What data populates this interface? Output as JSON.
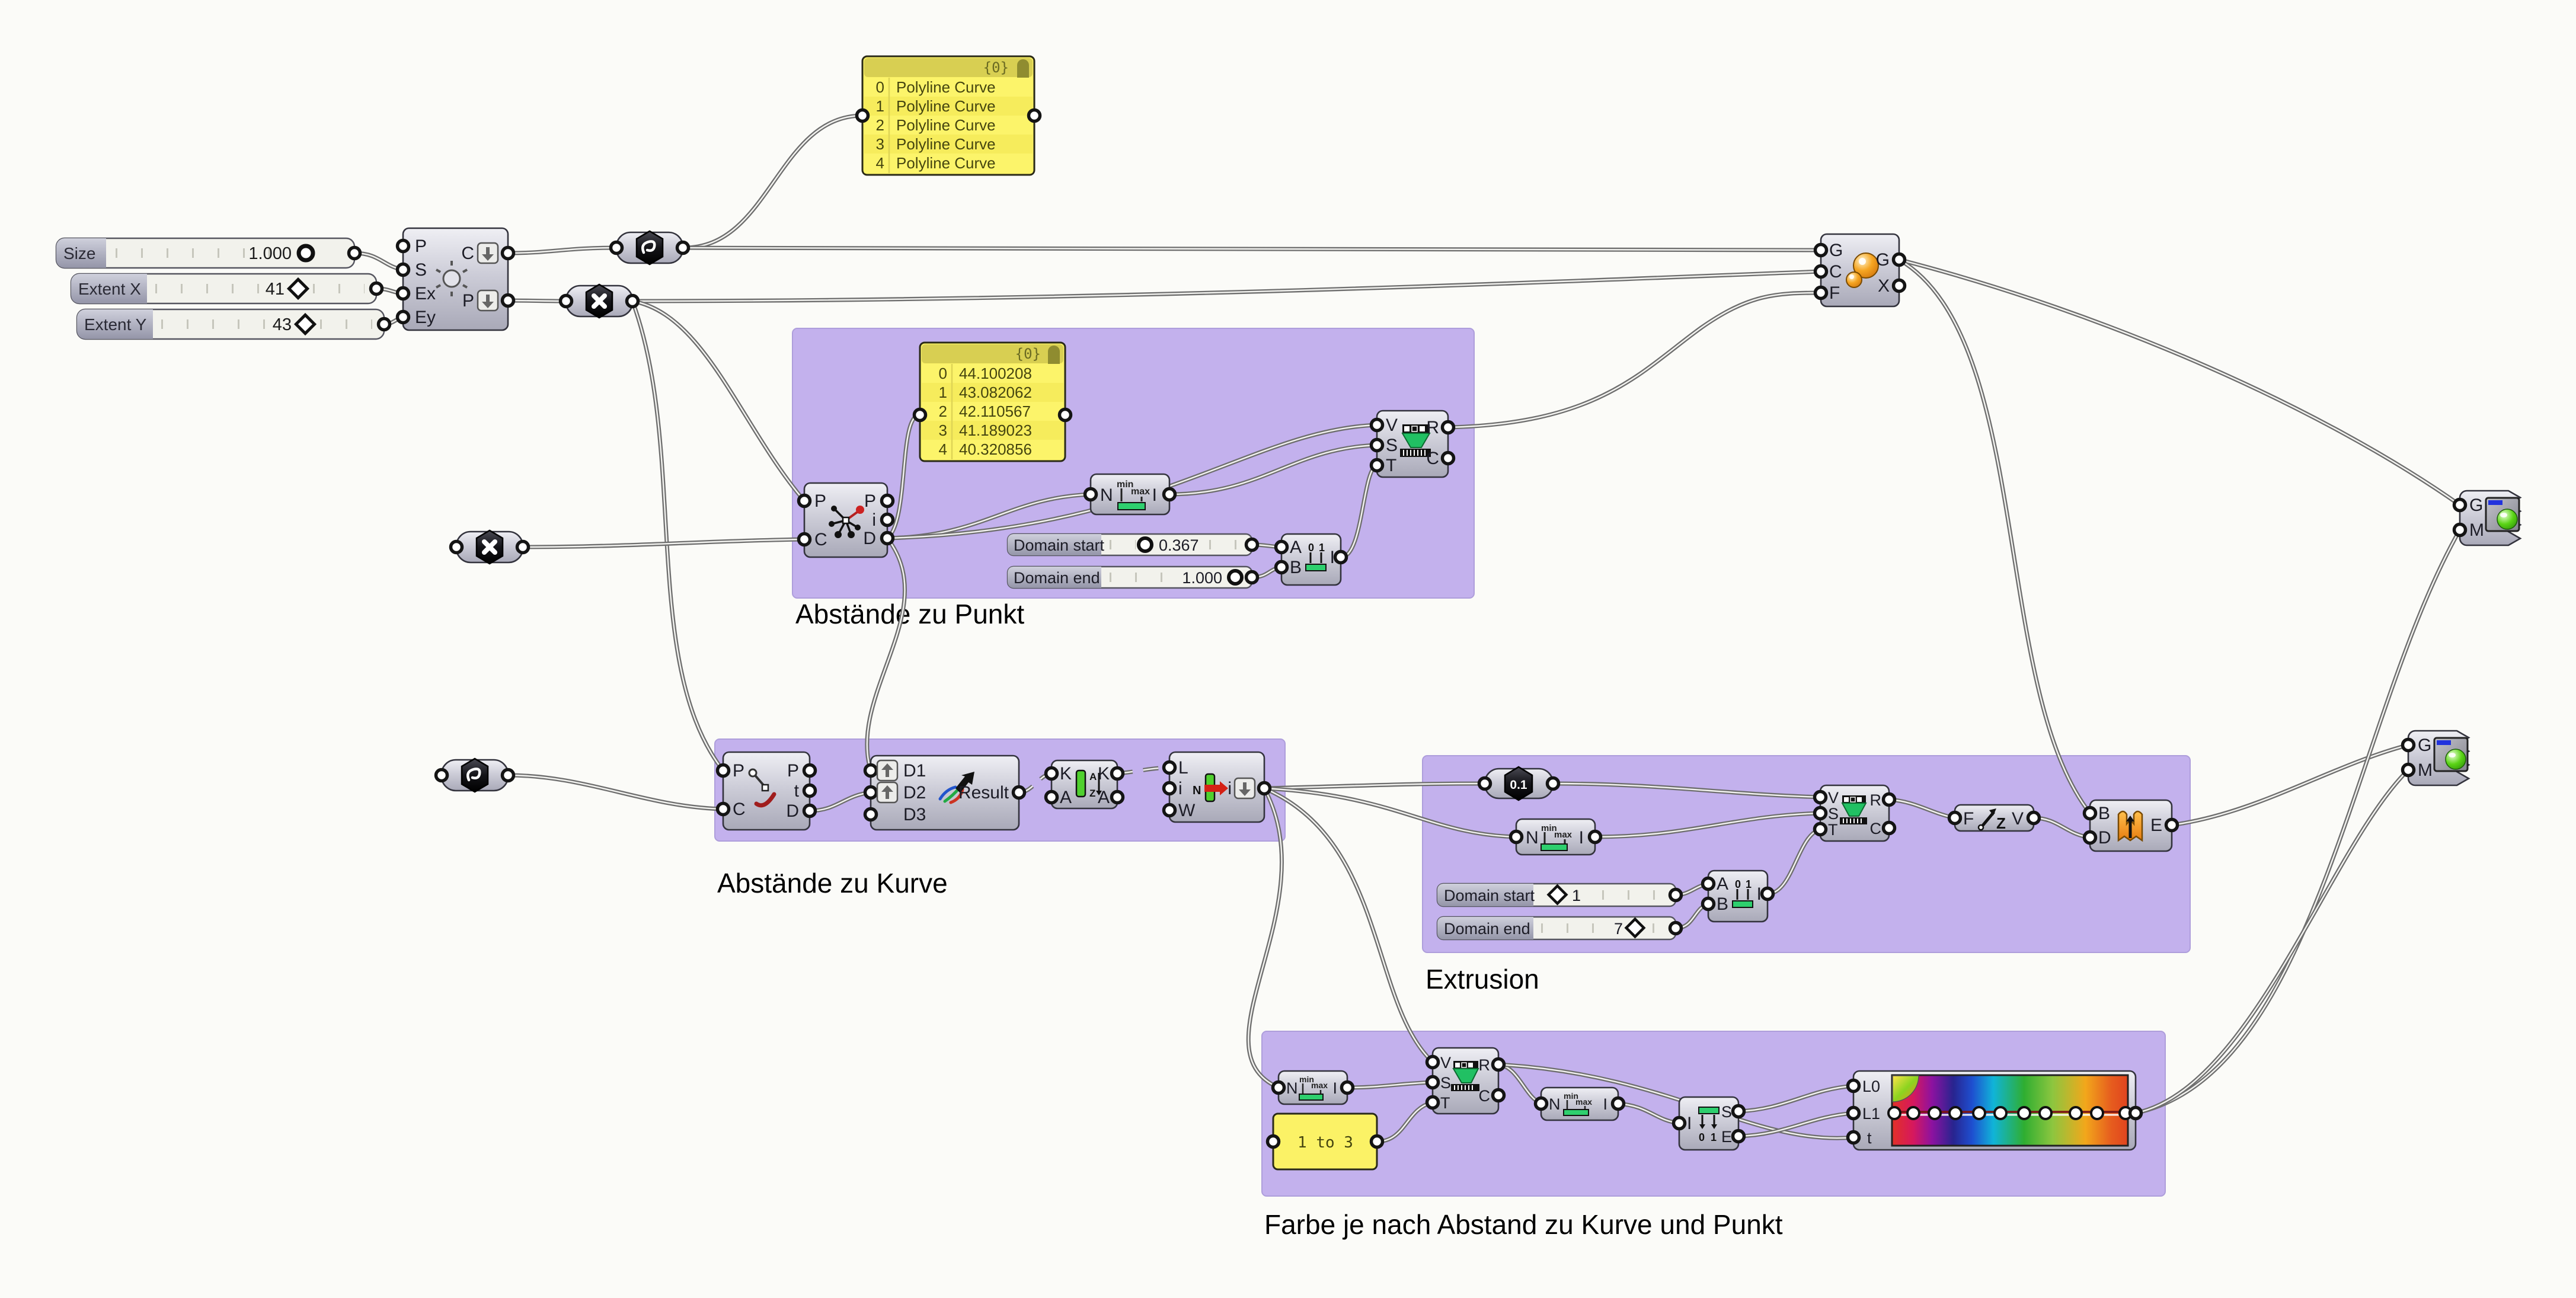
{
  "app": {
    "name": "Grasshopper definition canvas"
  },
  "groups": {
    "punkt": {
      "label": "Abstände zu Punkt"
    },
    "kurve": {
      "label": "Abstände zu Kurve"
    },
    "extrusion": {
      "label": "Extrusion"
    },
    "farbe": {
      "label": "Farbe je nach Abstand zu Kurve und Punkt"
    }
  },
  "sliders": {
    "size": {
      "label": "Size",
      "value": "1.000"
    },
    "extent_x": {
      "label": "Extent X",
      "value": "41"
    },
    "extent_y": {
      "label": "Extent Y",
      "value": "43"
    },
    "dom_start_punkt": {
      "label": "Domain start",
      "value": "0.367"
    },
    "dom_end_punkt": {
      "label": "Domain end",
      "value": "1.000"
    },
    "dom_start_extr": {
      "label": "Domain start",
      "value": "1"
    },
    "dom_end_extr": {
      "label": "Domain end",
      "value": "7"
    }
  },
  "panels": {
    "curves": {
      "header": "{0}",
      "rows": [
        {
          "i": "0",
          "v": "Polyline Curve"
        },
        {
          "i": "1",
          "v": "Polyline Curve"
        },
        {
          "i": "2",
          "v": "Polyline Curve"
        },
        {
          "i": "3",
          "v": "Polyline Curve"
        },
        {
          "i": "4",
          "v": "Polyline Curve"
        }
      ]
    },
    "distances": {
      "header": "{0}",
      "rows": [
        {
          "i": "0",
          "v": "44.100208"
        },
        {
          "i": "1",
          "v": "43.082062"
        },
        {
          "i": "2",
          "v": "42.110567"
        },
        {
          "i": "3",
          "v": "41.189023"
        },
        {
          "i": "4",
          "v": "40.320856"
        }
      ]
    },
    "one_to_three": {
      "text": "1 to 3"
    }
  },
  "nodes": {
    "grid": {
      "in": [
        "P",
        "S",
        "Ex",
        "Ey"
      ],
      "out": [
        "C",
        "P"
      ]
    },
    "closest_point": {
      "in": [
        "P",
        "C"
      ],
      "out": [
        "P",
        "i",
        "D"
      ]
    },
    "curve_cp": {
      "in": [
        "P",
        "C"
      ],
      "out": [
        "P",
        "t",
        "D"
      ]
    },
    "bounds": {
      "in": "N",
      "out": "I",
      "min": "min",
      "max": "max"
    },
    "remap": {
      "in": [
        "V",
        "S",
        "T"
      ],
      "out": [
        "R",
        "C"
      ]
    },
    "cons_dom": {
      "in": [
        "A",
        "B"
      ],
      "out": "I",
      "zero": "0",
      "one": "1"
    },
    "de_dom": {
      "in": "I",
      "out": [
        "S",
        "E"
      ],
      "zero": "0",
      "one": "1"
    },
    "merge": {
      "in": [
        "D1",
        "D2",
        "D3"
      ],
      "out": "Result"
    },
    "sort": {
      "in": [
        "K",
        "A"
      ],
      "out": [
        "K",
        "A"
      ],
      "a": "A",
      "z": "Z"
    },
    "list_item": {
      "in": [
        "L",
        "i",
        "W"
      ],
      "out": "i",
      "n": "N"
    },
    "number": {
      "value": "0.1"
    },
    "unit_z": {
      "in": "F",
      "out": "V",
      "z": "Z"
    },
    "extrude": {
      "in": [
        "B",
        "D"
      ],
      "out": "E"
    },
    "scale": {
      "in": [
        "G",
        "C",
        "F"
      ],
      "out": [
        "G",
        "X"
      ]
    },
    "preview": {
      "in": [
        "G",
        "M"
      ]
    },
    "gradient": {
      "in": [
        "L0",
        "L1",
        "t"
      ]
    }
  },
  "icons": {
    "curve_param": "spiral-hexagon",
    "point_param": "x-hexagon",
    "number_param": "0.1-hexagon",
    "grid_icon": "rectangular-grid-cog",
    "preview_icon": "green-sphere-viewport",
    "gradient_bar": "rainbow-gradient"
  },
  "colors": {
    "group_fill": "#bda9ec",
    "panel_yellow": "#fbf266",
    "wire": "#6e6e6e",
    "gradient_stops": [
      "#e23127",
      "#d6185e",
      "#8c12a0",
      "#28248f",
      "#1e4fd0",
      "#10b4d8",
      "#2fae31",
      "#8cc63f",
      "#f2a71b",
      "#e65c1e"
    ]
  }
}
